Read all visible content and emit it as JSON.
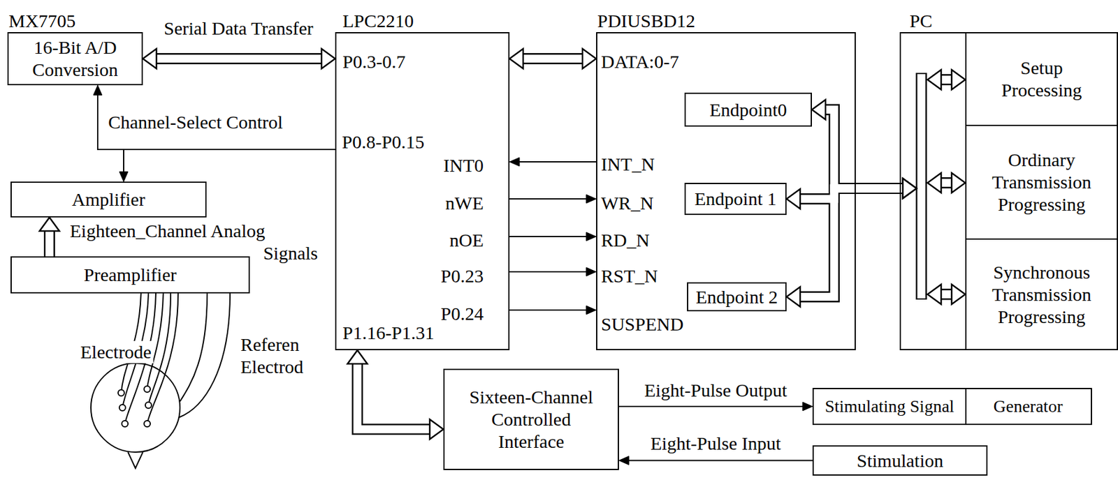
{
  "diagram": {
    "nodes": [
      {
        "text": [
          "MX7705",
          "16-Bit A/D Conversion"
        ]
      },
      {
        "text": [
          "LPC2210",
          "P0.3-0.7",
          "P0.8-P0.15",
          "INT0",
          "nWE",
          "nOE",
          "P0.23",
          "P0.24",
          "P1.16-P1.31"
        ]
      },
      {
        "text": [
          "PDIUSBD12",
          "DATA:0-7",
          "INT_N",
          "WR_N",
          "RD_N",
          "RST_N",
          "SUSPEND"
        ]
      },
      {
        "text": [
          "Endpoint0"
        ],
        "in": 2
      },
      {
        "text": [
          "Endpoint 1"
        ],
        "in": 2
      },
      {
        "text": [
          "Endpoint 2"
        ],
        "in": 2
      },
      {
        "text": [
          "PC"
        ]
      },
      {
        "text": [
          "Setup Processing"
        ],
        "in": 6
      },
      {
        "text": [
          "Ordinary Transmission Progressing"
        ],
        "in": 6
      },
      {
        "text": [
          "Synchronous Transmission Progressing"
        ],
        "in": 6
      },
      {
        "text": [
          "Amplifier"
        ]
      },
      {
        "text": [
          "Preamplifier"
        ]
      },
      {
        "text": [
          "Sixteen-Channel Controlled Interface"
        ]
      },
      {
        "text": [
          "Stimulating Signal",
          "Generator"
        ]
      },
      {
        "text": [
          "Stimulation"
        ]
      }
    ],
    "edges": [
      {
        "from": 0,
        "to": 1,
        "arrow": "both",
        "label": "Serial Data Transfer"
      },
      {
        "from": 1,
        "to": 2,
        "arrow": "both"
      },
      {
        "from": 2,
        "to": 1,
        "arrow": "to"
      },
      {
        "from": 1,
        "to": 2,
        "arrow": "to"
      },
      {
        "from": 1,
        "to": 2,
        "arrow": "to"
      },
      {
        "from": 1,
        "to": 2,
        "arrow": "to"
      },
      {
        "from": 1,
        "to": 2,
        "arrow": "to"
      },
      {
        "from": 1,
        "to": 0,
        "arrow": "to",
        "label": "Channel-Select Control"
      },
      {
        "from": 1,
        "to": 10,
        "arrow": "to"
      },
      {
        "from": 11,
        "to": 10,
        "arrow": "to",
        "label": "Eighteen_Channel Analog Signals"
      },
      {
        "from": 1,
        "to": 12,
        "arrow": "both"
      },
      {
        "from": 12,
        "to": 13,
        "arrow": "to",
        "label": "Eight-Pulse Output"
      },
      {
        "from": 14,
        "to": 12,
        "arrow": "to",
        "label": "Eight-Pulse Input"
      },
      {
        "from": 3,
        "to": 6,
        "arrow": "both"
      },
      {
        "from": 4,
        "to": 6,
        "arrow": "both"
      },
      {
        "from": 5,
        "to": 6,
        "arrow": "both"
      },
      {
        "from": 6,
        "to": 7,
        "arrow": "both"
      },
      {
        "from": 6,
        "to": 8,
        "arrow": "both"
      },
      {
        "from": 6,
        "to": 9,
        "arrow": "both"
      }
    ],
    "labels": [
      "Electrode",
      "Referen Electrod"
    ]
  }
}
